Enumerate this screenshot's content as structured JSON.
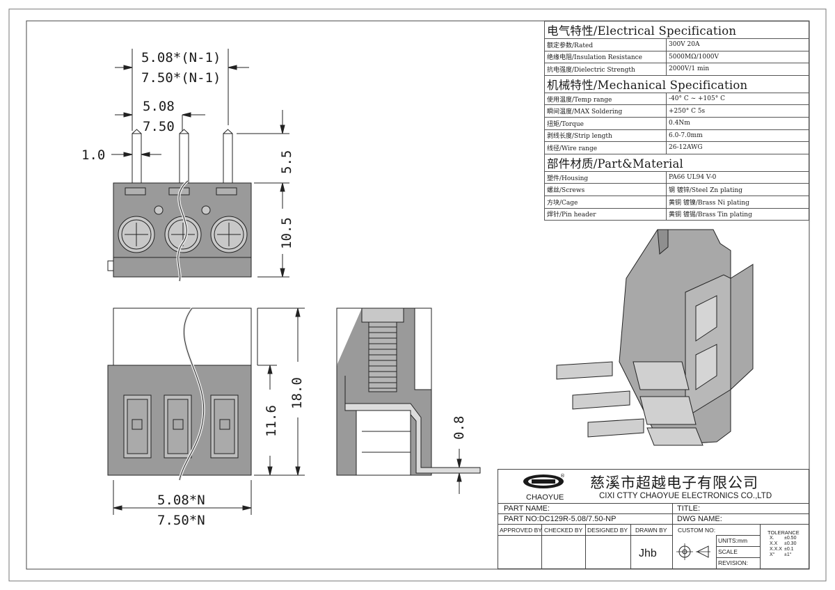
{
  "drawing": {
    "dims": {
      "pitch_n1_a": "5.08*(N-1)",
      "pitch_n1_b": "7.50*(N-1)",
      "pitch_a": "5.08",
      "pitch_b": "7.50",
      "pin_width": "1.0",
      "pin_length": "5.5",
      "body_height": "10.5",
      "total_height": "18.0",
      "front_height": "11.6",
      "width_n_a": "5.08*N",
      "width_n_b": "7.50*N",
      "pin_thickness": "0.8"
    }
  },
  "spec": {
    "electrical_title": "电气特性/Electrical Specification",
    "electrical_rows": [
      {
        "label": "额定参数/Rated",
        "value": "300V  20A"
      },
      {
        "label": "绝缘电阻/Insulation Resistance",
        "value": "5000MΩ/1000V"
      },
      {
        "label": "抗电强度/Dielectric Strength",
        "value": "2000V/1 min"
      }
    ],
    "mechanical_title": "机械特性/Mechanical Specification",
    "mechanical_rows": [
      {
        "label": "使用温度/Temp range",
        "value": "-40° C ~ +105° C"
      },
      {
        "label": "瞬间温度/MAX Soldering",
        "value": "+250° C    5s"
      },
      {
        "label": "扭矩/Torque",
        "value": "0.4Nm"
      },
      {
        "label": "剥线长度/Strip length",
        "value": "6.0-7.0mm"
      },
      {
        "label": "线径/Wire range",
        "value": "26-12AWG"
      }
    ],
    "material_title": "部件材质/Part&Material",
    "material_rows": [
      {
        "label": "塑件/Housing",
        "value": "PA66 UL94 V-0"
      },
      {
        "label": "螺丝/Screws",
        "value": "钢 镀锌/Steel Zn plating"
      },
      {
        "label": "方块/Cage",
        "value": "黄铜 镀镍/Brass Ni plating"
      },
      {
        "label": "焊针/Pin header",
        "value": "黄铜 镀锡/Brass Tin plating"
      }
    ]
  },
  "title_block": {
    "logo_text": "CHAOYUE",
    "company_cn": "慈溪市超越电子有限公司",
    "company_en": "CIXI CTTY CHAOYUE ELECTRONICS CO.,LTD",
    "part_name_label": "PART NAME:",
    "title_label": "TITLE:",
    "part_no": "PART NO:DC129R-5.08/7.50-NP",
    "dwg_name_label": "DWG NAME:",
    "approved_by": "APPROVED BY",
    "checked_by": "CHECKED BY",
    "designed_by": "DESIGNED BY",
    "drawn_by": "DRAWN BY",
    "drawn_by_value": "Jhb",
    "custom_no": "CUSTOM NO:",
    "units": "UNITS:mm",
    "scale": "SCALE",
    "revision": "REVISION:",
    "tolerance_title": "TOLERANCE",
    "tolerance_rows": [
      {
        "key": "X.",
        "val": "±0.50"
      },
      {
        "key": "X.X",
        "val": "±0.30"
      },
      {
        "key": "X.X.X",
        "val": "±0.1"
      },
      {
        "key": "X°",
        "val": "±1°"
      }
    ]
  }
}
